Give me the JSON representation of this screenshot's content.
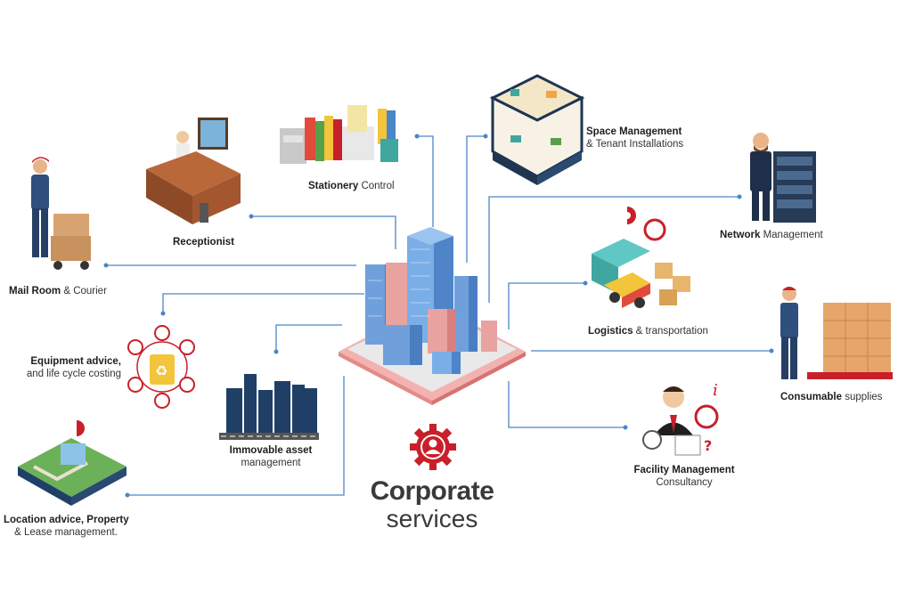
{
  "center": {
    "title_line1": "Corporate",
    "title_line2": "services",
    "accent": "#c8202a"
  },
  "services": {
    "mail_room": {
      "bold": "Mail Room",
      "rest": " & Courier"
    },
    "receptionist": {
      "bold": "Receptionist",
      "rest": ""
    },
    "stationery": {
      "bold": "Stationery",
      "rest": " Control"
    },
    "space_mgmt": {
      "bold": "Space Management",
      "rest2": "& Tenant Installations"
    },
    "network": {
      "bold": "Network",
      "rest": " Management"
    },
    "logistics": {
      "bold": "Logistics",
      "rest": " & transportation"
    },
    "consumable": {
      "bold": "Consumable",
      "rest": " supplies"
    },
    "facility": {
      "bold": "Facility Management",
      "rest2": "Consultancy"
    },
    "equipment": {
      "bold": "Equipment advice,",
      "rest2": "and life cycle costing"
    },
    "immovable": {
      "bold": "Immovable asset",
      "rest2": "management"
    },
    "location": {
      "bold": "Location advice, Property",
      "rest2": "& Lease management."
    }
  },
  "colors": {
    "connector": "#4a86c5",
    "accent": "#c8202a",
    "building": "#5a8fd0"
  }
}
